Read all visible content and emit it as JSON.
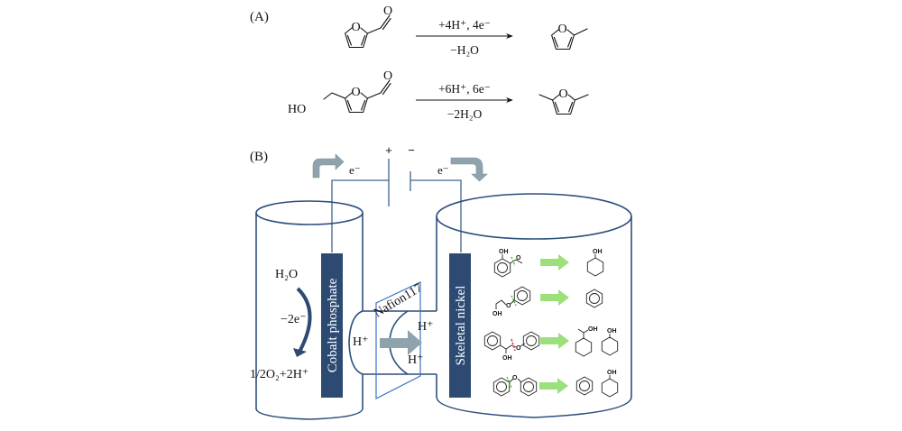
{
  "panel_a": {
    "label": "(A)",
    "reactions": [
      {
        "reactant": "furfural",
        "product": "2-methylfuran",
        "conditions_above": "+4H⁺, 4e⁻",
        "conditions_below": "−H₂O"
      },
      {
        "reactant": "5-hydroxymethylfurfural",
        "reactant_label_ho": "HO",
        "product": "2,5-dimethylfuran",
        "conditions_above": "+6H⁺, 6e⁻",
        "conditions_below": "−2H₂O"
      }
    ],
    "atom_o": "O"
  },
  "panel_b": {
    "label": "(B)",
    "battery": {
      "plus": "+",
      "minus": "−"
    },
    "electron_left": "e⁻",
    "electron_right": "e⁻",
    "anode": {
      "electrode_label": "Cobalt phosphate",
      "reactant": "H₂O",
      "electrons": "−2e⁻",
      "products": "1/2O₂+2H⁺"
    },
    "membrane": {
      "label": "Nafion117",
      "proton_left": "H⁺",
      "proton_right_top": "H⁺",
      "proton_right_bottom": "H⁺"
    },
    "cathode": {
      "electrode_label": "Skeletal nickel",
      "reactions": [
        {
          "substrate": "guaiacol",
          "products": [
            "cyclohexanol"
          ]
        },
        {
          "substrate": "2-phenoxyethanol",
          "products": [
            "benzene"
          ]
        },
        {
          "substrate": "2-phenoxy-1-phenylethanol",
          "products": [
            "1-cyclohexylethanol",
            "cyclohexanol"
          ]
        },
        {
          "substrate": "diphenyl ether",
          "products": [
            "benzene",
            "cyclohexanol"
          ]
        }
      ],
      "oh_label": "OH",
      "o_label": "O"
    },
    "colors": {
      "electrode": "#2d4a73",
      "cell_outline": "#2c4f7c",
      "membrane": "#3a72c4",
      "flow_arrow": "#8fa3ad",
      "green_arrow": "#9be07a",
      "green_cleave": "#5bbf3a",
      "red_cleave": "#e0405a"
    }
  }
}
